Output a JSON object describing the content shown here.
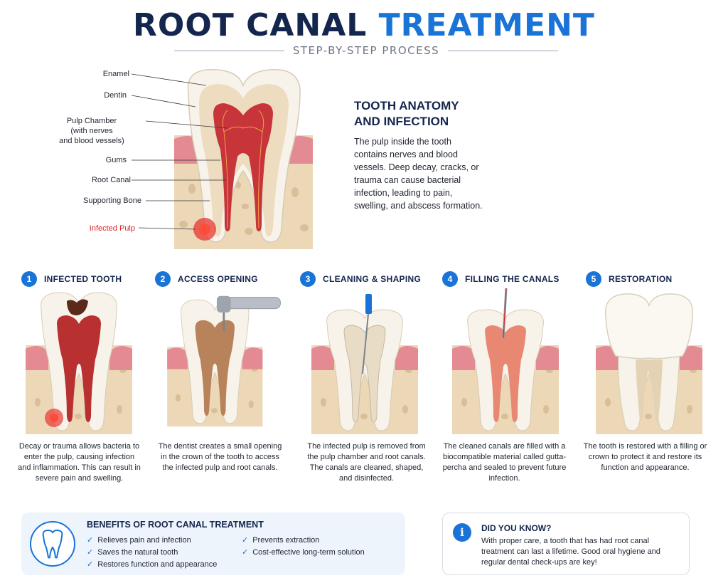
{
  "header": {
    "title_part1": "ROOT CANAL",
    "title_part2": "TREATMENT",
    "subtitle": "STEP-BY-STEP PROCESS"
  },
  "anatomy": {
    "labels": {
      "enamel": "Enamel",
      "dentin": "Dentin",
      "pulp_chamber": [
        "Pulp Chamber",
        "(with nerves",
        "and blood vessels)"
      ],
      "gums": "Gums",
      "root_canal": "Root Canal",
      "supporting_bone": "Supporting Bone",
      "infected_pulp": "Infected Pulp"
    },
    "info_title": [
      "TOOTH ANATOMY",
      "AND INFECTION"
    ],
    "info_text": "The pulp inside the tooth contains nerves and blood vessels. Deep decay, cracks, or trauma can cause bacterial infection, leading to pain, swelling, and abscess formation."
  },
  "steps": [
    {
      "num": "1",
      "title": "INFECTED TOOTH",
      "desc": "Decay or trauma allows bacteria to enter the pulp, causing infection and inflammation. This can result in severe pain and swelling."
    },
    {
      "num": "2",
      "title": "ACCESS OPENING",
      "desc": "The dentist creates a small opening in the crown of the tooth to access the infected pulp and root canals."
    },
    {
      "num": "3",
      "title": "CLEANING & SHAPING",
      "desc": "The infected pulp is removed from the pulp chamber and root canals. The canals are cleaned, shaped, and disinfected."
    },
    {
      "num": "4",
      "title": "FILLING THE CANALS",
      "desc": "The cleaned canals are filled with a biocompatible material called gutta-percha and sealed to prevent future infection."
    },
    {
      "num": "5",
      "title": "RESTORATION",
      "desc": "The tooth is restored with a filling or crown to protect it and restore its function and appearance."
    }
  ],
  "benefits": {
    "title": "BENEFITS OF ROOT CANAL TREATMENT",
    "items": [
      "Relieves pain and infection",
      "Saves the natural tooth",
      "Restores function and appearance",
      "Prevents extraction",
      "Cost-effective long-term solution"
    ]
  },
  "did_you_know": {
    "title": "DID YOU KNOW?",
    "text": "With proper care, a tooth that has had root canal treatment can last a lifetime. Good oral hygiene and regular dental check-ups are key!"
  },
  "colors": {
    "navy": "#14264d",
    "blue": "#1a73d6",
    "infection_red": "#d8282b",
    "pulp_red": "#c7343a",
    "bone": "#ecd7b7",
    "gum": "#e48a93",
    "enamel": "#f7f3ea"
  },
  "icons": {
    "benefits": "tooth-outline-icon",
    "did_you_know": "info-icon",
    "check": "check-icon"
  }
}
